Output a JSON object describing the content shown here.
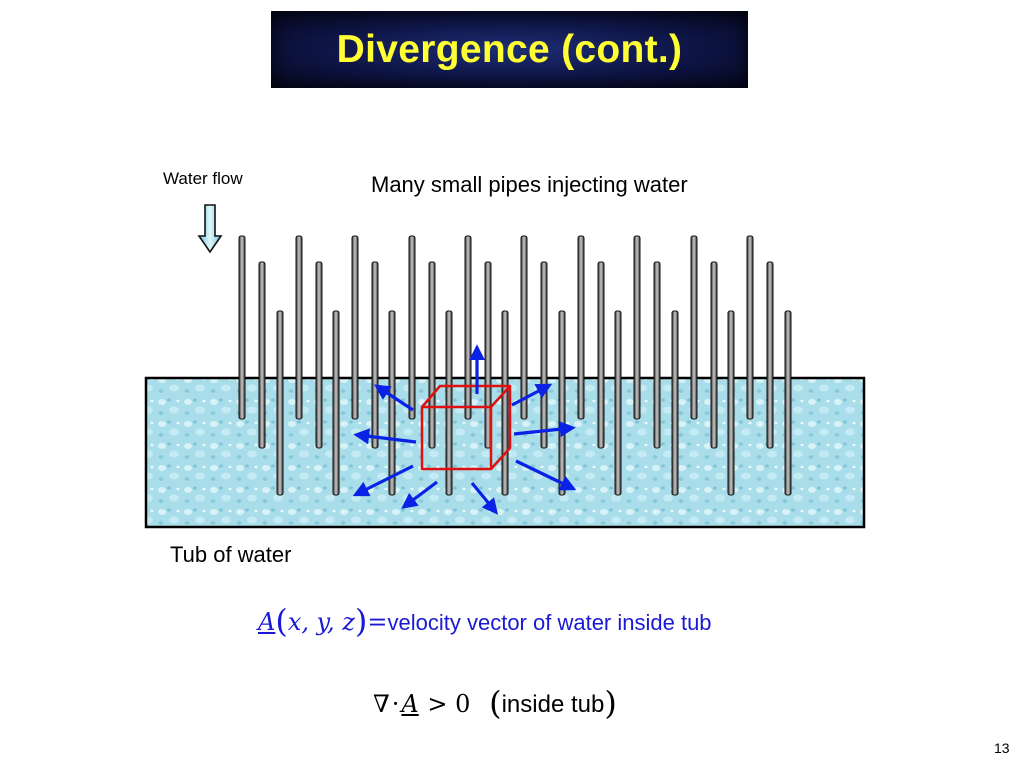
{
  "slide": {
    "title": "Divergence (cont.)",
    "page_number": "13"
  },
  "diagram": {
    "water_flow_label": "Water flow",
    "pipes_label": "Many small pipes injecting water",
    "tub_label": "Tub of water"
  },
  "equation1": {
    "symbol": "A",
    "args": "x, y, z",
    "equals": "=",
    "text": "velocity vector of water inside tub"
  },
  "equation2": {
    "nabla": "∇",
    "dot": "·",
    "symbol": "A",
    "relation": "> 0",
    "note": "inside tub"
  },
  "colors": {
    "title_text": "#ffff33",
    "title_bg": "#0e1545",
    "water": "#a9dde9",
    "arrows": "#0a22e6",
    "cube": "#e01010",
    "equation": "#1a1ad6"
  }
}
